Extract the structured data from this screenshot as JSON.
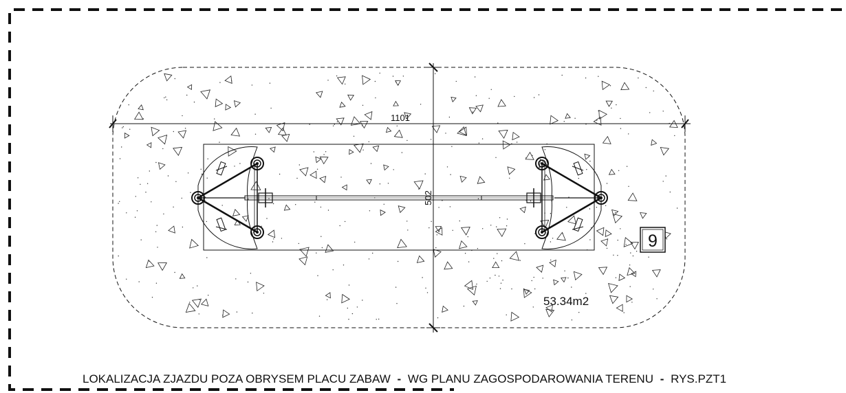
{
  "drawing": {
    "dimension_width": "1101",
    "dimension_height": "502",
    "area_label": "53.34m2",
    "zone_number": "9",
    "note_part_1": "LOKALIZACJA ZJAZDU POZA OBRYSEM PLACU ZABAW",
    "note_separator_1": "-",
    "note_part_2": "WG PLANU ZAGOSPODAROWANIA TERENU",
    "note_separator_2": "-",
    "note_part_3": "RYS.PZT1"
  },
  "colors": {
    "line": "#111111",
    "background": "#ffffff"
  }
}
